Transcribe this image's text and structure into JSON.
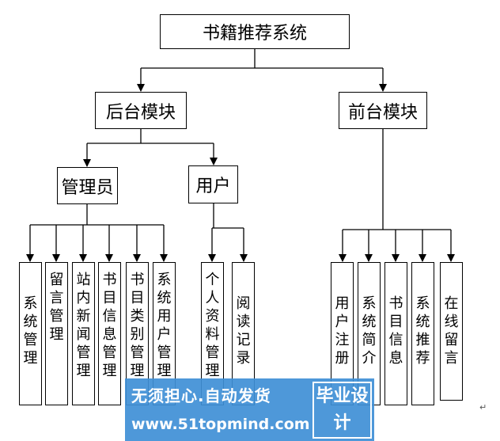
{
  "root": "书籍推荐系统",
  "backend": {
    "title": "后台模块",
    "admin": {
      "title": "管理员",
      "items": [
        "系统管理",
        "留言管理",
        "站内新闻管理",
        "书目信息管理",
        "书目类别管理",
        "系统用户管理"
      ]
    },
    "user": {
      "title": "用户",
      "items": [
        "个人资料管理",
        "阅读记录"
      ]
    }
  },
  "frontend": {
    "title": "前台模块",
    "items": [
      "用户注册",
      "系统简介",
      "书目信息",
      "系统推荐",
      "在线留言"
    ]
  },
  "watermark": {
    "line1": "无须担心.自动发货",
    "line2": "www.51topmind.com",
    "badge": "毕业设计"
  },
  "return_mark": "↵"
}
